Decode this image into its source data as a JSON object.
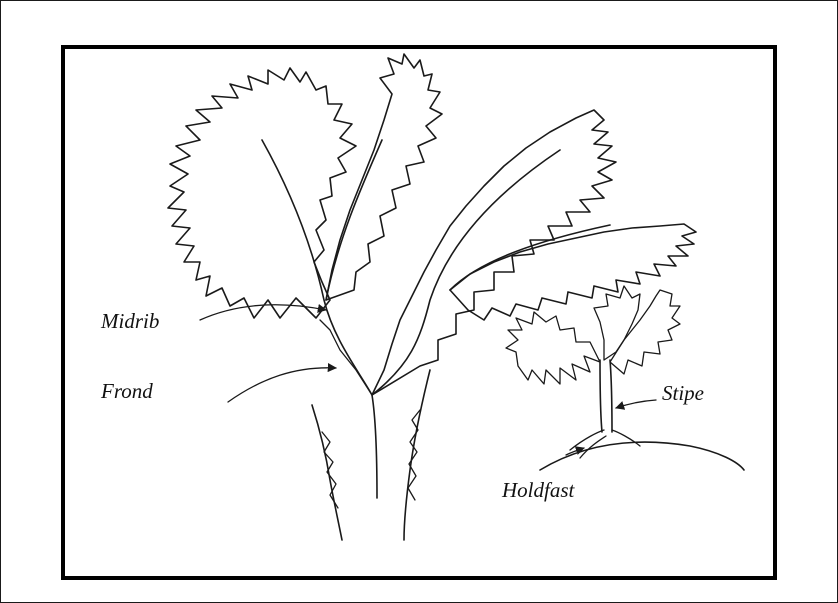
{
  "labels": {
    "midrib": "Midrib",
    "frond": "Frond",
    "stipe": "Stipe",
    "holdfast": "Holdfast"
  }
}
